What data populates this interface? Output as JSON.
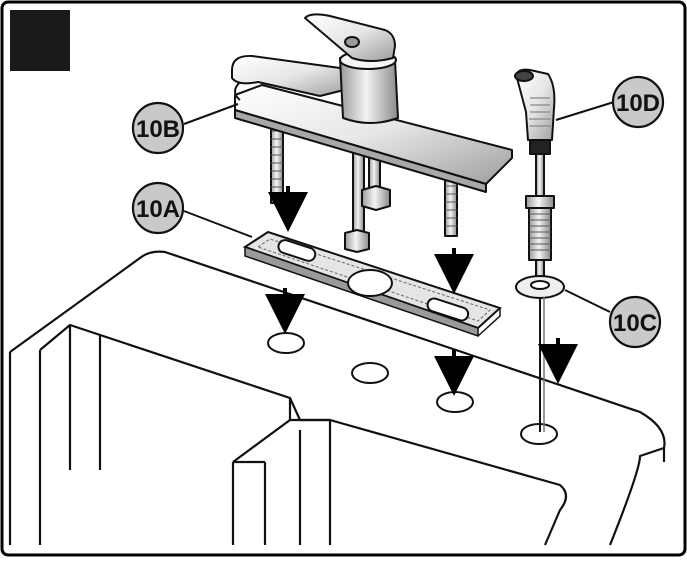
{
  "figure": {
    "step_badge": "",
    "callouts": {
      "gasket": "10A",
      "faucet_body": "10B",
      "spray_base": "10C",
      "side_sprayer": "10D"
    },
    "colors": {
      "outline": "#111111",
      "callout_fill": "#c9c9c9",
      "badge_fill": "#1a1a1a",
      "metal_light": "#f2f2f2",
      "metal_mid": "#d8d8d8",
      "metal_dark": "#9a9a9a"
    }
  }
}
